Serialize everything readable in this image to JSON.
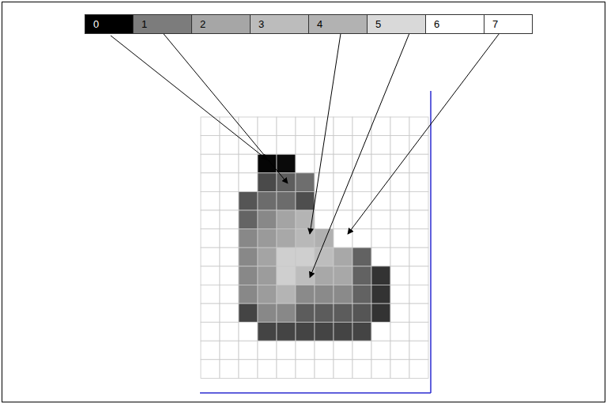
{
  "diagram": {
    "nodes": [
      {
        "text": [
          "0"
        ]
      },
      {
        "text": [
          "1"
        ]
      },
      {
        "text": [
          "2"
        ]
      },
      {
        "text": [
          "3"
        ]
      },
      {
        "text": [
          "4"
        ]
      },
      {
        "text": [
          "5"
        ]
      },
      {
        "text": [
          "6"
        ]
      },
      {
        "text": [
          "7"
        ]
      }
    ]
  }
}
